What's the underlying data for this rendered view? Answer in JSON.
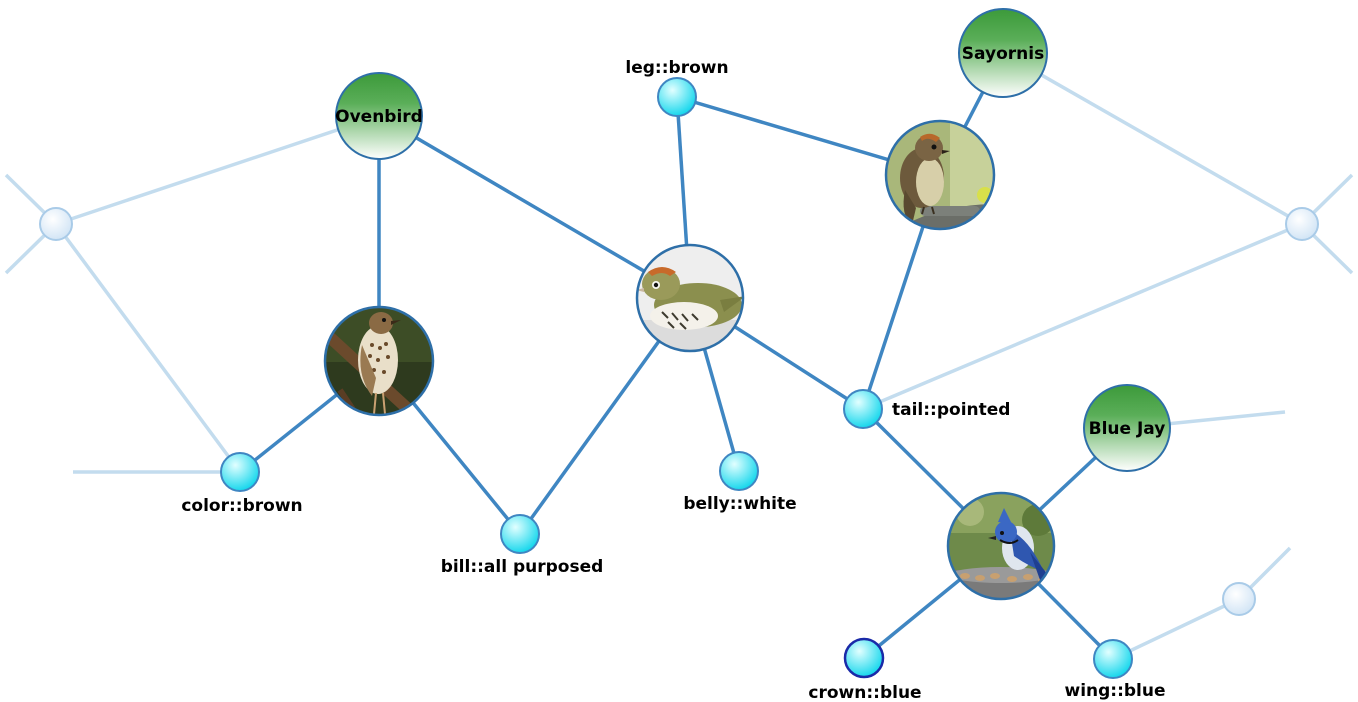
{
  "colors": {
    "edge": "#3f86c2",
    "edge_faint": "#c3dcee",
    "attr_fill_light": "#e2ffff",
    "attr_fill_dark": "#12d6ec",
    "attr_stroke": "#3f86c2",
    "class_fill_top": "#3c9a3a",
    "class_fill_bottom": "#ffffff",
    "class_stroke": "#2e6fa8",
    "image_stroke": "#2e6fa8",
    "faint_node_fill": "#dcecfa",
    "faint_node_stroke": "#a9cbe8",
    "highlight_stroke": "#1a2aa8"
  },
  "classes": [
    {
      "id": "ovenbird",
      "label": "Ovenbird"
    },
    {
      "id": "sayornis",
      "label": "Sayornis"
    },
    {
      "id": "bluejay",
      "label": "Blue Jay"
    }
  ],
  "attributes": [
    {
      "id": "leg",
      "label": "leg::brown"
    },
    {
      "id": "color",
      "label": "color::brown"
    },
    {
      "id": "bill",
      "label": "bill::all purposed"
    },
    {
      "id": "belly",
      "label": "belly::white"
    },
    {
      "id": "tail",
      "label": "tail::pointed"
    },
    {
      "id": "crown",
      "label": "crown::blue"
    },
    {
      "id": "wing",
      "label": "wing::blue"
    }
  ],
  "images": [
    {
      "id": "img_thrush",
      "icon": "brown-speckled-bird-photo"
    },
    {
      "id": "img_ovenbird",
      "icon": "olive-striped-bird-photo"
    },
    {
      "id": "img_sayornis",
      "icon": "perched-brown-bird-photo"
    },
    {
      "id": "img_bluejay",
      "icon": "blue-jay-photo"
    }
  ],
  "edges": [
    {
      "from": "ovenbird",
      "to": "img_thrush"
    },
    {
      "from": "ovenbird",
      "to": "img_ovenbird"
    },
    {
      "from": "img_thrush",
      "to": "color"
    },
    {
      "from": "img_thrush",
      "to": "bill"
    },
    {
      "from": "img_ovenbird",
      "to": "bill"
    },
    {
      "from": "img_ovenbird",
      "to": "leg"
    },
    {
      "from": "img_ovenbird",
      "to": "belly"
    },
    {
      "from": "img_ovenbird",
      "to": "tail"
    },
    {
      "from": "leg",
      "to": "img_sayornis"
    },
    {
      "from": "sayornis",
      "to": "img_sayornis"
    },
    {
      "from": "img_sayornis",
      "to": "tail"
    },
    {
      "from": "tail",
      "to": "img_bluejay"
    },
    {
      "from": "bluejay",
      "to": "img_bluejay"
    },
    {
      "from": "img_bluejay",
      "to": "crown"
    },
    {
      "from": "img_bluejay",
      "to": "wing"
    }
  ]
}
